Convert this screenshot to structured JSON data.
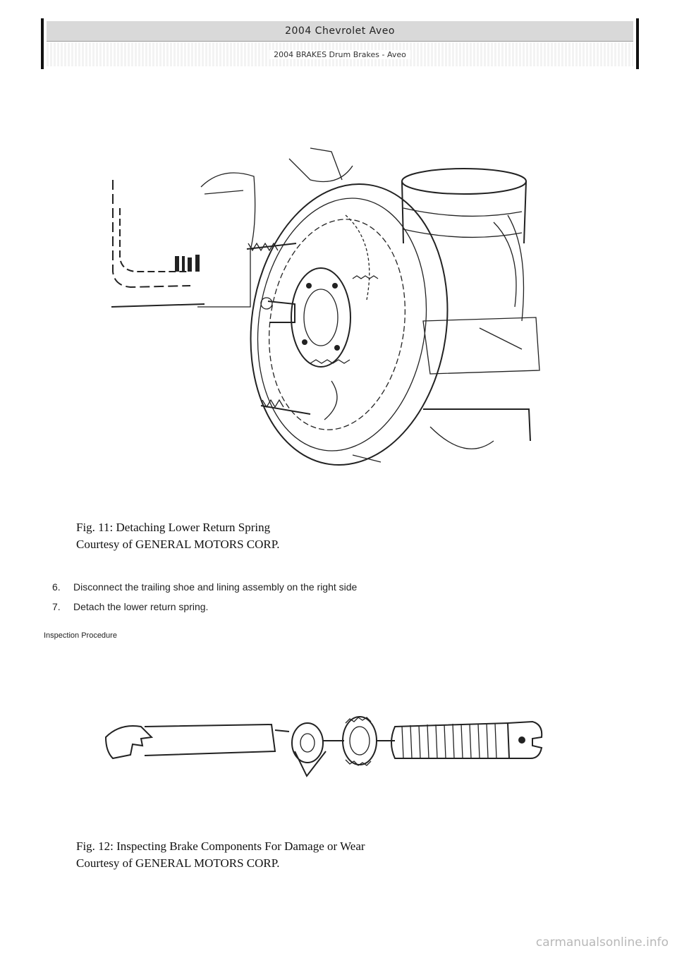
{
  "header": {
    "title": "2004 Chevrolet Aveo",
    "subtitle": "2004 BRAKES Drum Brakes - Aveo"
  },
  "figures": [
    {
      "caption_line1": "Fig. 11: Detaching Lower Return Spring",
      "caption_line2": "Courtesy of GENERAL MOTORS CORP."
    },
    {
      "caption_line1": "Fig. 12: Inspecting Brake Components For Damage or Wear",
      "caption_line2": "Courtesy of GENERAL MOTORS CORP."
    }
  ],
  "steps": [
    {
      "number": "6.",
      "text": "Disconnect the trailing shoe and lining assembly on the right side"
    },
    {
      "number": "7.",
      "text": "Detach the lower return spring."
    }
  ],
  "section_heading": "Inspection Procedure",
  "watermark": "carmanualsonline.info"
}
